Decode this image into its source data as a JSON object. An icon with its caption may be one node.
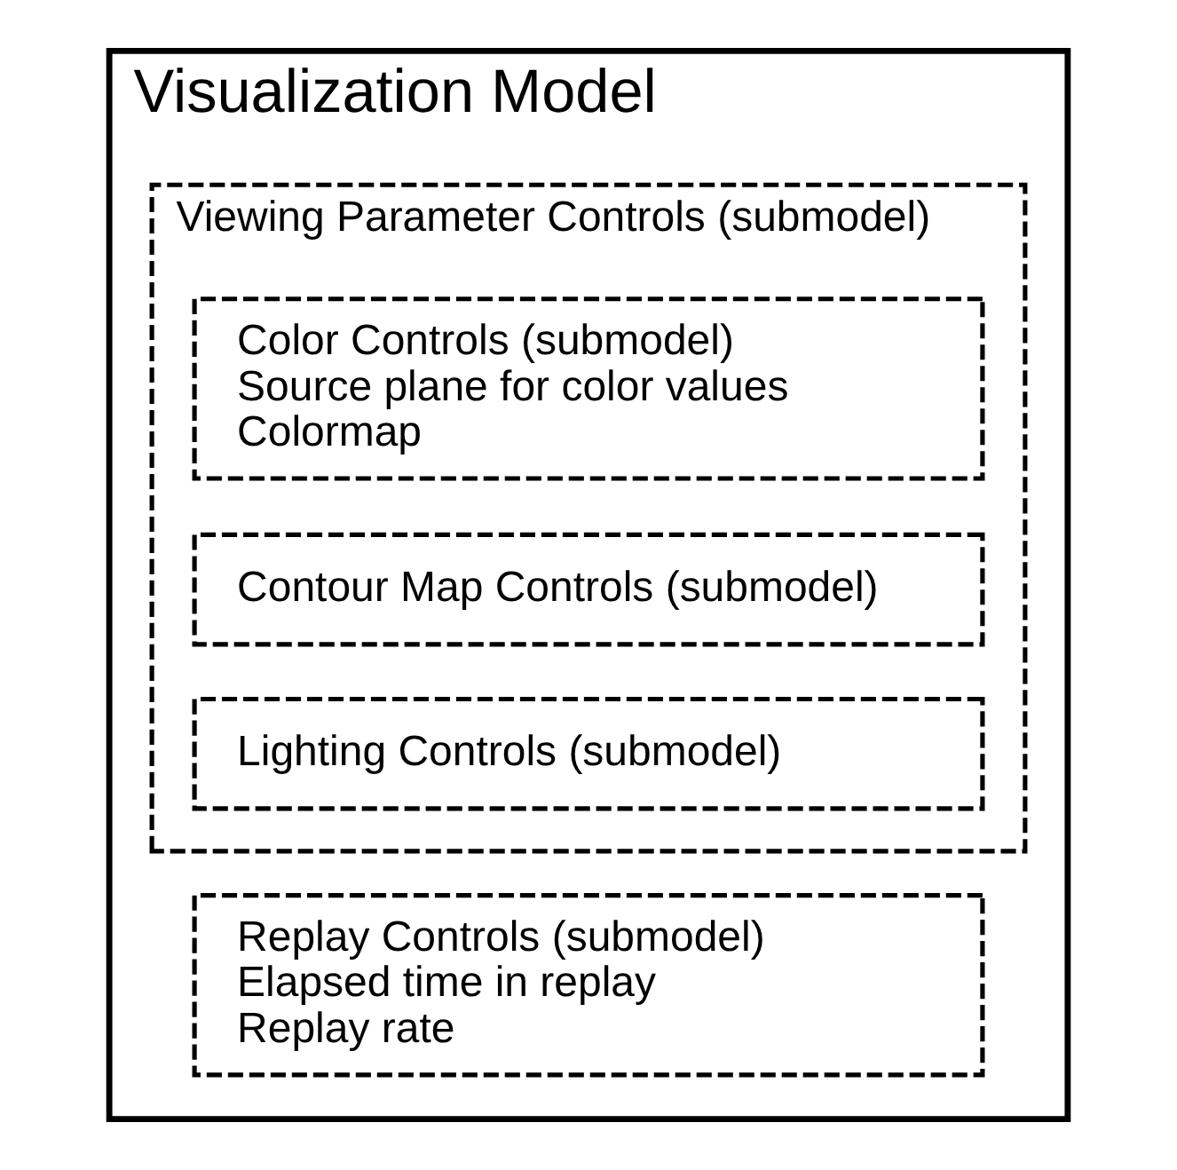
{
  "diagram": {
    "nodes": [
      {
        "text": [
          "Visualization Model"
        ]
      },
      {
        "text": [
          "Replay Controls (submodel)",
          "Elapsed time in replay",
          "Replay rate"
        ],
        "in": 0
      },
      {
        "text": [
          "Viewing Parameter Controls (submodel)"
        ],
        "in": 0
      },
      {
        "text": [
          "Color Controls (submodel)",
          "Source plane for color values",
          "Colormap"
        ],
        "in": 2
      },
      {
        "text": [
          "Contour Map Controls (submodel)"
        ],
        "in": 2
      },
      {
        "text": [
          "Lighting Controls (submodel)"
        ],
        "in": 2
      }
    ],
    "edges": []
  }
}
